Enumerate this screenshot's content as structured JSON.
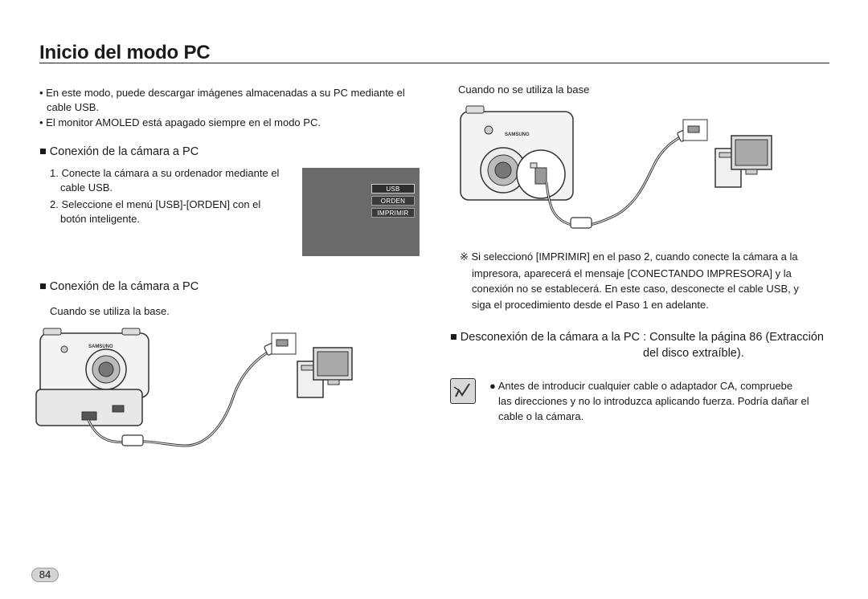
{
  "title": "Inicio del modo PC",
  "intro": {
    "bullet1_line1": "• En este modo, puede descargar imágenes almacenadas a su PC mediante el",
    "bullet1_line2": "cable USB.",
    "bullet2": "• El monitor AMOLED está apagado siempre en el modo PC."
  },
  "section1": {
    "heading": "■ Conexión de la cámara a PC",
    "step1_line1": "1. Conecte la cámara a su ordenador mediante el",
    "step1_line2": "cable USB.",
    "step2_line1": "2. Seleccione el menú [USB]-[ORDEN] con el",
    "step2_line2": "botón inteligente.",
    "menu": {
      "items": [
        "USB",
        "ORDEN",
        "IMPRIMIR"
      ]
    }
  },
  "section2": {
    "heading": "■ Conexión de la cámara a PC",
    "caption": "Cuando se utiliza la base.",
    "camera_brand": "SAMSUNG"
  },
  "right": {
    "caption": "Cuando no se utiliza la base",
    "camera_brand": "SAMSUNG",
    "note_lines": [
      "※ Si seleccionó [IMPRIMIR] en el paso 2, cuando conecte la cámara a la",
      "impresora, aparecerá el mensaje [CONECTANDO IMPRESORA] y la",
      "conexión no se establecerá. En este caso, desconecte el cable USB, y",
      "siga el procedimiento desde el Paso 1 en adelante."
    ],
    "disconnect_line1": "■ Desconexión de la cámara a la PC : Consulte la página 86 (Extracción",
    "disconnect_line2": "del disco extraíble).",
    "caution_lines": [
      "● Antes de introducir cualquier cable o adaptador CA, compruebe",
      "las direcciones y no lo introduzca aplicando fuerza. Podría dañar el",
      "cable o la cámara."
    ],
    "caution_icon": "note-pencil-icon"
  },
  "page_number": "84",
  "colors": {
    "menu_bg": "#6b6b6b",
    "menu_selected": "#2e2e2e",
    "page_badge": "#d4d4d4"
  }
}
